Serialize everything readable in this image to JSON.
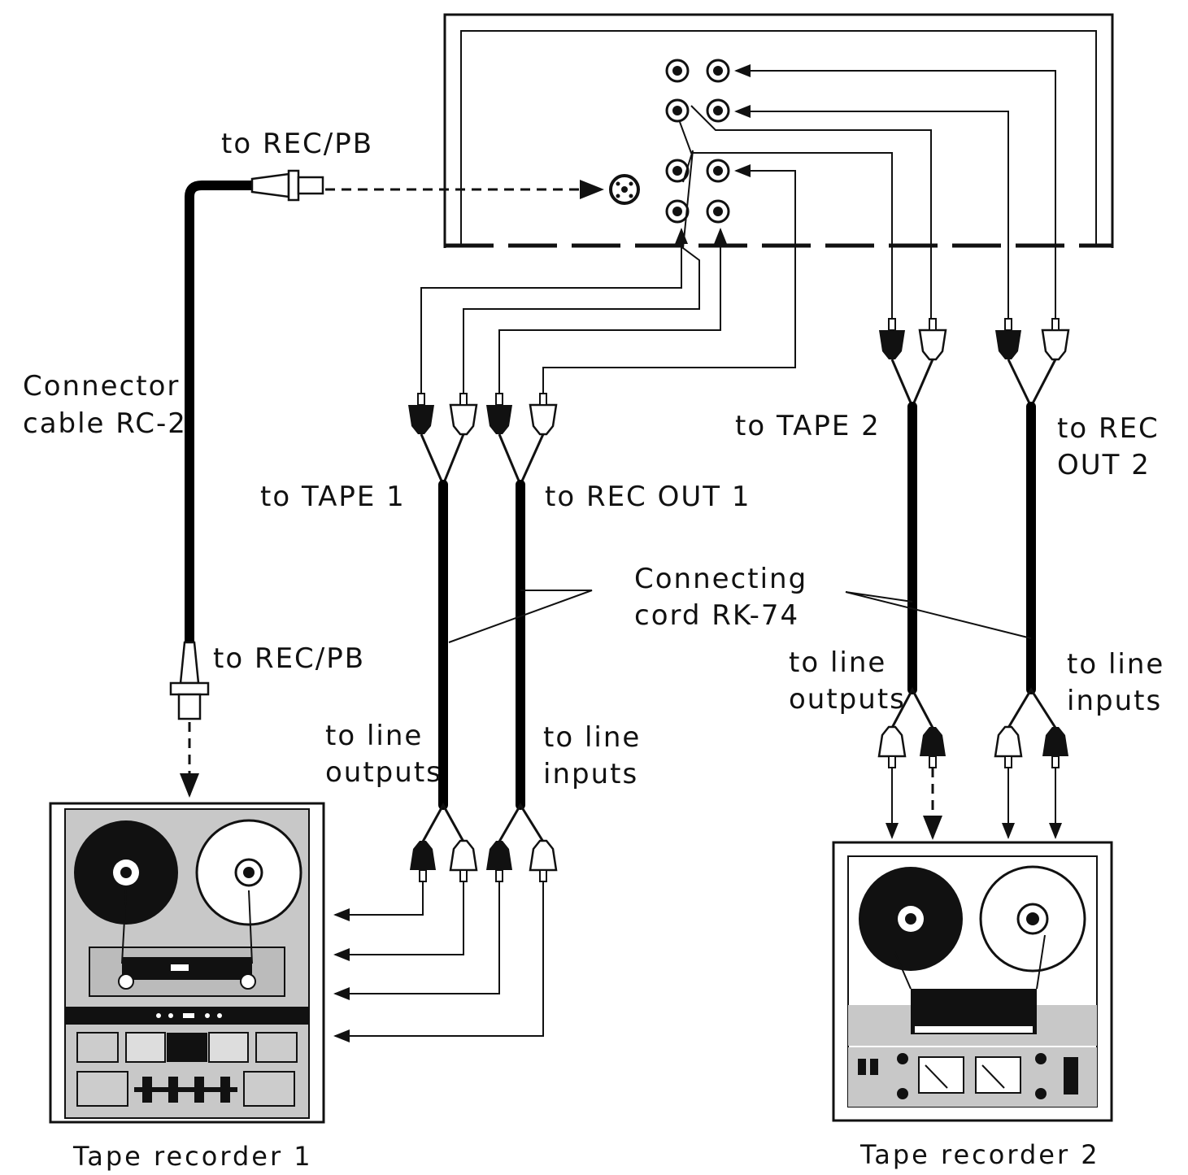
{
  "labels": {
    "rec_pb_top": "to REC/PB",
    "connector_line1": "Connector",
    "connector_line2": "cable RC-2",
    "rec_pb_bottom": "to REC/PB",
    "tape1": "to TAPE 1",
    "rec_out1": "to REC OUT 1",
    "tape2": "to TAPE 2",
    "rec_out2_line1": "to REC",
    "rec_out2_line2": "OUT 2",
    "cord_line1": "Connecting",
    "cord_line2": "cord RK-74",
    "line_outputs_1a": "to line",
    "line_outputs_1b": "outputs",
    "line_inputs_1a": "to line",
    "line_inputs_1b": "inputs",
    "line_outputs_2a": "to line",
    "line_outputs_2b": "outputs",
    "line_inputs_2a": "to line",
    "line_inputs_2b": "inputs",
    "recorder1": "Tape recorder 1",
    "recorder2": "Tape recorder 2"
  }
}
